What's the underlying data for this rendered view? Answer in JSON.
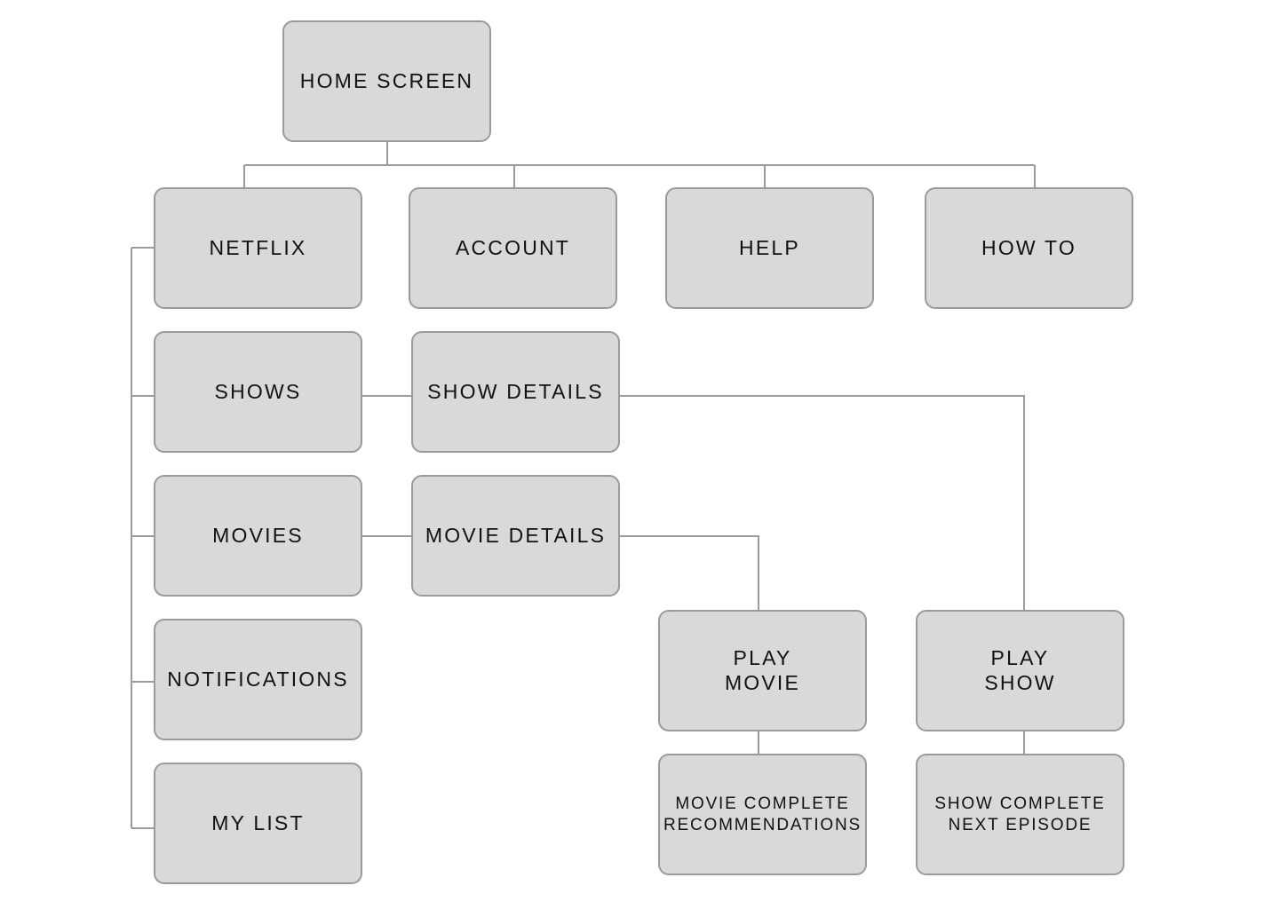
{
  "nodes": {
    "home_screen": "HOME SCREEN",
    "netflix": "NETFLIX",
    "account": "ACCOUNT",
    "help": "HELP",
    "how_to": "HOW TO",
    "shows": "SHOWS",
    "show_details": "SHOW DETAILS",
    "movies": "MOVIES",
    "movie_details": "MOVIE DETAILS",
    "notifications": "NOTIFICATIONS",
    "my_list": "MY LIST",
    "play_movie": "PLAY\nMOVIE",
    "play_show": "PLAY\nSHOW",
    "movie_complete": "MOVIE COMPLETE\nRECOMMENDATIONS",
    "show_complete": "SHOW COMPLETE\nNEXT EPISODE"
  },
  "colors": {
    "node_fill": "#d9d9d9",
    "node_border": "#9a9a9a",
    "connector": "#9b9b9b",
    "text": "#111111"
  }
}
